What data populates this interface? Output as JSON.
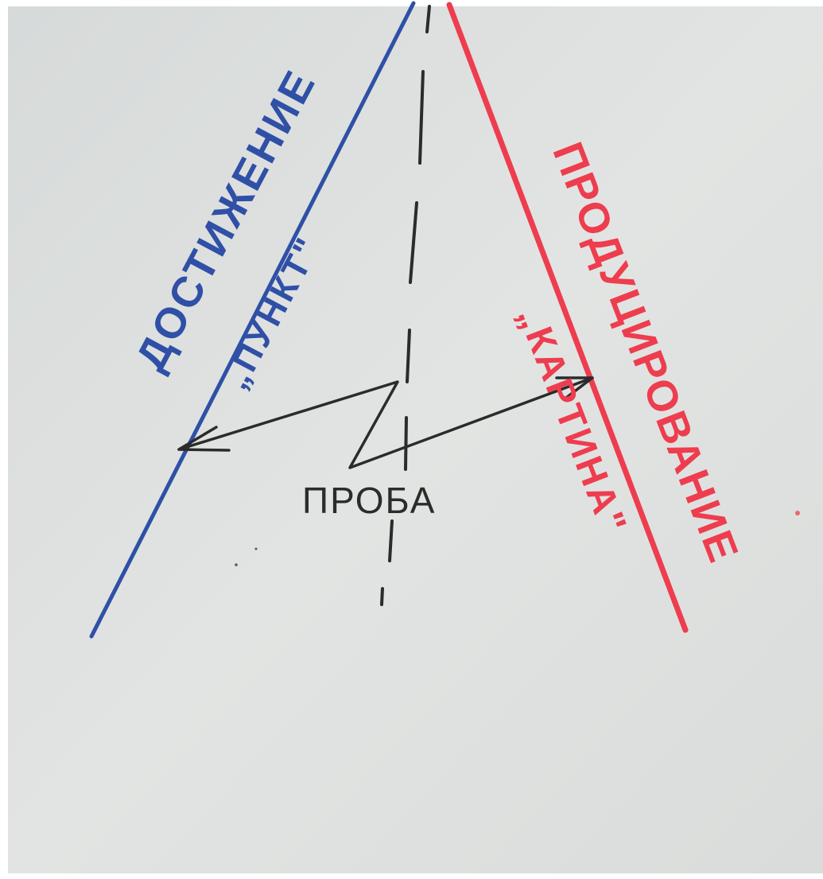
{
  "diagram": {
    "colors": {
      "paper": "#dcdfdf",
      "blue_marker": "#2f50a6",
      "red_marker": "#ee3d4e",
      "black_marker": "#2b2b2b"
    },
    "left_line": {
      "label_main": "ДОСТИЖЕНИЕ",
      "label_sub": "„ПУНКТ\""
    },
    "right_line": {
      "label_main": "ПРОДУЦИРОВАНИЕ",
      "label_sub": "„КАРТИНА\""
    },
    "center": {
      "label": "ПРОБА"
    }
  }
}
